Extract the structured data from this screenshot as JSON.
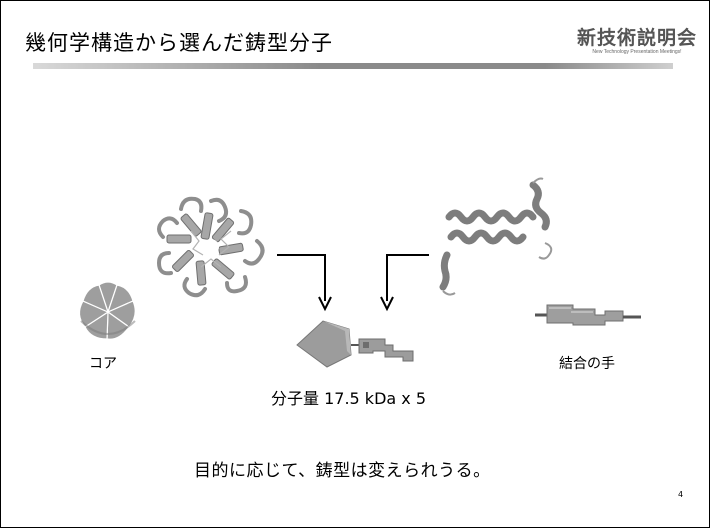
{
  "slide": {
    "title": "幾何学構造から選んだ鋳型分子",
    "brand": {
      "name": "新技術説明会",
      "subtitle": "New Technology Presentation Meetings!"
    },
    "core_label": "コア",
    "binder_label": "結合の手",
    "molecular_weight": "分子量 17.5 kDa x 5",
    "note": "目的に応じて、鋳型は変えられうる。",
    "page_number": "4"
  },
  "colors": {
    "title_rule": "#8a8a8a",
    "model_gray": "#9a9a9a",
    "text": "#000000"
  },
  "icons": {
    "core_model": "pentamer-flower-icon",
    "protein_core": "ring-protein-structure-icon",
    "protein_binder": "helix-bundle-protein-icon",
    "binder_model": "linker-handle-icon",
    "template_model": "template-molecule-icon"
  }
}
